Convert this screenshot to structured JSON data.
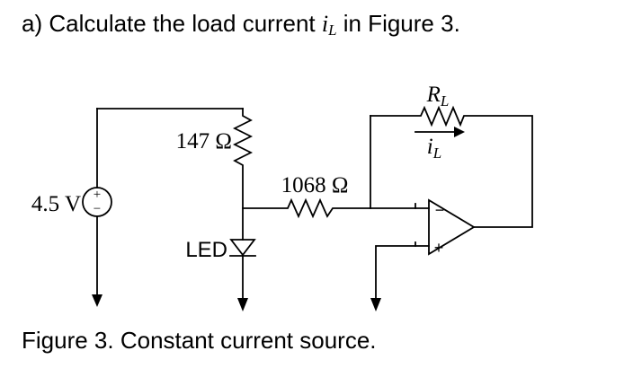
{
  "title": {
    "prefix": "a) Calculate the load current ",
    "var": "i",
    "var_sub": "L",
    "suffix": " in Figure 3."
  },
  "caption": "Figure 3. Constant current source.",
  "colors": {
    "ink": "#000000",
    "paper": "#ffffff"
  },
  "circuit": {
    "voltage_source": {
      "label": "4.5 V",
      "plus": "+",
      "minus": "−"
    },
    "resistor_147": {
      "label": "147 Ω"
    },
    "resistor_1068": {
      "label": "1068 Ω"
    },
    "led": {
      "label": "LED"
    },
    "load_resistor": {
      "name": "R",
      "sub": "L"
    },
    "load_current": {
      "name": "i",
      "sub": "L"
    },
    "opamp": {
      "inverting": "−",
      "noninverting": "+"
    }
  }
}
